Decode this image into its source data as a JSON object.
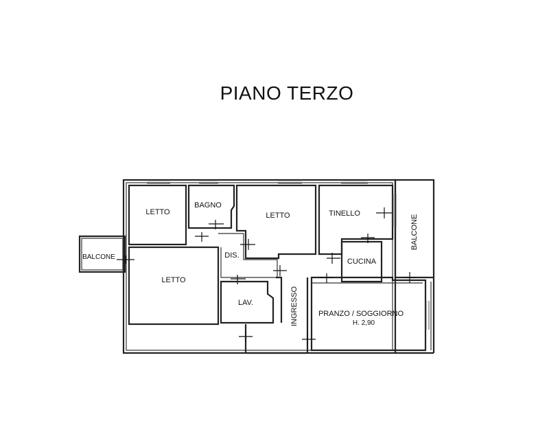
{
  "title": "PIANO TERZO",
  "rooms": {
    "letto_top_left": "LETTO",
    "bagno": "BAGNO",
    "letto_top_center": "LETTO",
    "tinello": "TINELLO",
    "balcone_right": "BALCONE",
    "balcone_left": "BALCONE",
    "dis": "DIS.",
    "cucina": "CUCINA",
    "letto_bottom_left": "LETTO",
    "lav": "LAV.",
    "ingresso": "INGRESSO",
    "pranzo": "PRANZO / SOGGIORNO",
    "pranzo_height": "H. 2,90"
  }
}
